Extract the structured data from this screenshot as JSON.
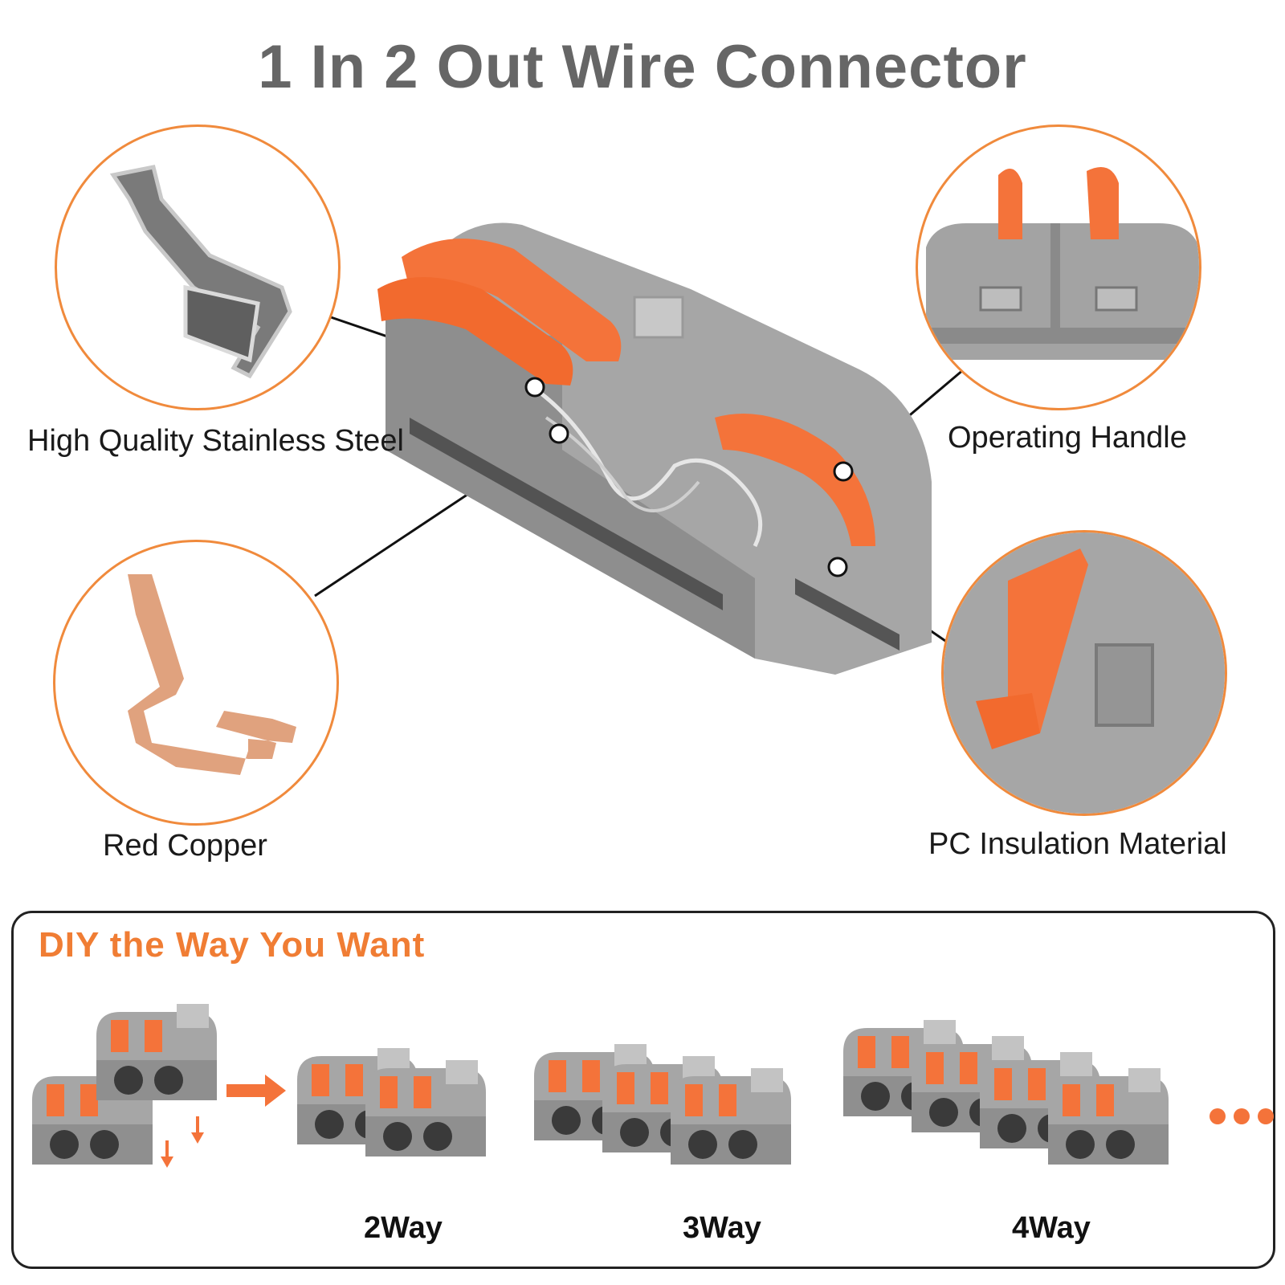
{
  "title": "1 In 2 Out Wire Connector",
  "features": [
    {
      "label": "High Quality Stainless Steel",
      "icon": "stainless-steel-spring-icon"
    },
    {
      "label": "Operating Handle",
      "icon": "operating-handle-icon"
    },
    {
      "label": "Red Copper",
      "icon": "red-copper-strip-icon"
    },
    {
      "label": "PC Insulation Material",
      "icon": "pc-insulation-icon"
    }
  ],
  "diy": {
    "title": "DIY the Way You Want",
    "ways": [
      "2Way",
      "3Way",
      "4Way"
    ]
  },
  "colors": {
    "accent": "#f07d34",
    "handle": "#f4733a",
    "body": "#a3a3a3",
    "title_text": "#666666",
    "copper": "#e0a27e"
  }
}
